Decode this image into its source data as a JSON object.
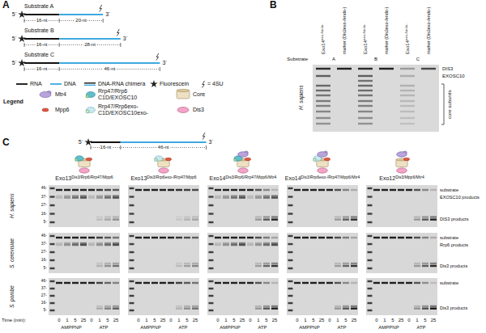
{
  "diagram": {
    "labels": [
      "A",
      "Substrate A",
      "5´",
      "16-nt",
      "20-nt",
      "3´",
      "Substrate B",
      "5´",
      "16-nt",
      "28-nt",
      "3´",
      "Substrate C",
      "5´",
      "16-nt",
      "46-nt",
      "3´",
      "Legend",
      "B",
      "Substrate",
      "A",
      "B",
      "C",
      "Exo14exo-/endo-",
      "marker (Dis3exo-/endo-)",
      "Exo14exo-/endo-",
      "marker (Dis3exo-/endo-)",
      "Exo14exo-/endo-",
      "marker (Dis3exo-/endo-)",
      "DIS3",
      "EXOSC10",
      "core subunits",
      "H. sapiens",
      "C",
      "5´",
      "16-nt",
      "46-nt",
      "3´",
      "Exo13Dis3/Rrp6/Rrp47/Mpp6",
      "Exo13Dis3/Rrp6exo-/Rrp47/Mpp6",
      "Exo14Dis3/Rrp6/Rrp47/Mpp6/Mtr4",
      "Exo14Dis3/Rrp6exo-/Rrp47/Mpp6/Mtr4",
      "Exo12Dis3/Mpp6/Mtr4",
      "H. sapiens",
      "S. cerevisiae",
      "S. pombe",
      "substrate",
      "EXOSC10 products",
      "DIS3 products",
      "substrate",
      "Rrp6 products",
      "Dis3 products",
      "substrate",
      "Dis3 products",
      "46-",
      "37-",
      "27-",
      "16-",
      "5-",
      "46-",
      "37-",
      "27-",
      "16-",
      "5-",
      "46-",
      "37-",
      "27-",
      "16-",
      "5-",
      "Time (min):",
      "0",
      "1",
      "5",
      "25",
      "0",
      "1",
      "5",
      "25",
      "0",
      "1",
      "5",
      "25",
      "0",
      "1",
      "5",
      "25",
      "0",
      "1",
      "5",
      "25",
      "0",
      "1",
      "5",
      "25",
      "0",
      "1",
      "5",
      "25",
      "0",
      "1",
      "5",
      "25",
      "0",
      "1",
      "5",
      "25",
      "0",
      "1",
      "5",
      "25",
      "AMPPNP",
      "ATP",
      "AMPPNP",
      "ATP",
      "AMPPNP",
      "ATP",
      "AMPPNP",
      "ATP",
      "AMPPNP",
      "ATP"
    ],
    "legend": [
      {
        "text": "RNA"
      },
      {
        "text": "DNA"
      },
      {
        "text": "DNA-RNA chimera"
      },
      {
        "text": "Fluorescein"
      },
      {
        "text": "= 4SU"
      },
      {
        "text": "Mtr4"
      },
      {
        "text": "Mpp6"
      },
      {
        "text": "Rrp47/Rrp6 C1D/EXOSC10"
      },
      {
        "text": "Rrp47/Rrp6exo- C1D/EXOSC10exo-"
      },
      {
        "text": "Core"
      },
      {
        "text": "Dis3"
      }
    ]
  }
}
